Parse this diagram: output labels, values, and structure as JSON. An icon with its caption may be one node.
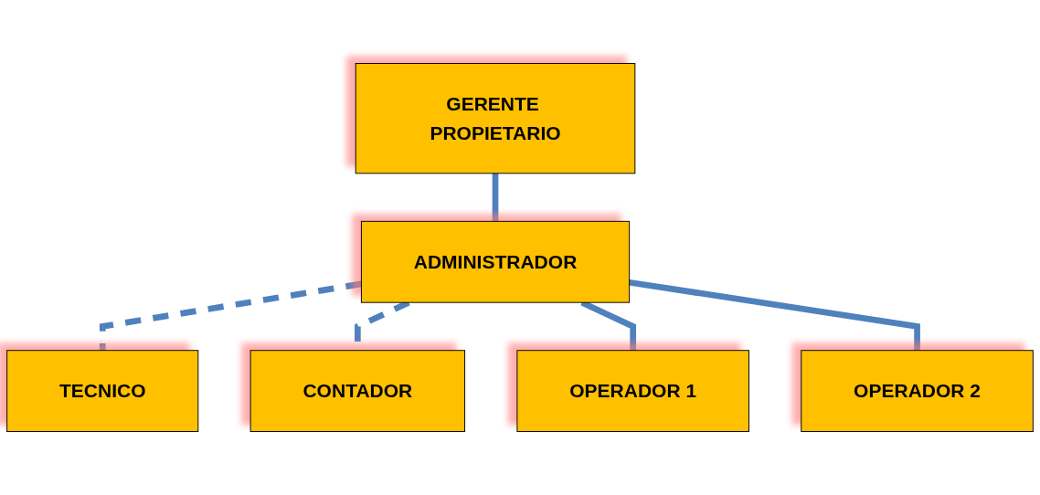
{
  "diagram": {
    "nodes": [
      {
        "text": [
          "GERENTE PROPIETARIO"
        ]
      },
      {
        "text": [
          "ADMINISTRADOR"
        ]
      },
      {
        "text": [
          "TECNICO"
        ]
      },
      {
        "text": [
          "CONTADOR"
        ]
      },
      {
        "text": [
          "OPERADOR 1"
        ]
      },
      {
        "text": [
          "OPERADOR 2"
        ]
      }
    ],
    "edges": [
      {
        "from": 0,
        "to": 1,
        "arrow": "none"
      },
      {
        "from": 1,
        "to": 2,
        "arrow": "none",
        "style": "dashed"
      },
      {
        "from": 1,
        "to": 3,
        "arrow": "none",
        "style": "dashed"
      },
      {
        "from": 1,
        "to": 4,
        "arrow": "none"
      },
      {
        "from": 1,
        "to": 5,
        "arrow": "none"
      }
    ]
  }
}
